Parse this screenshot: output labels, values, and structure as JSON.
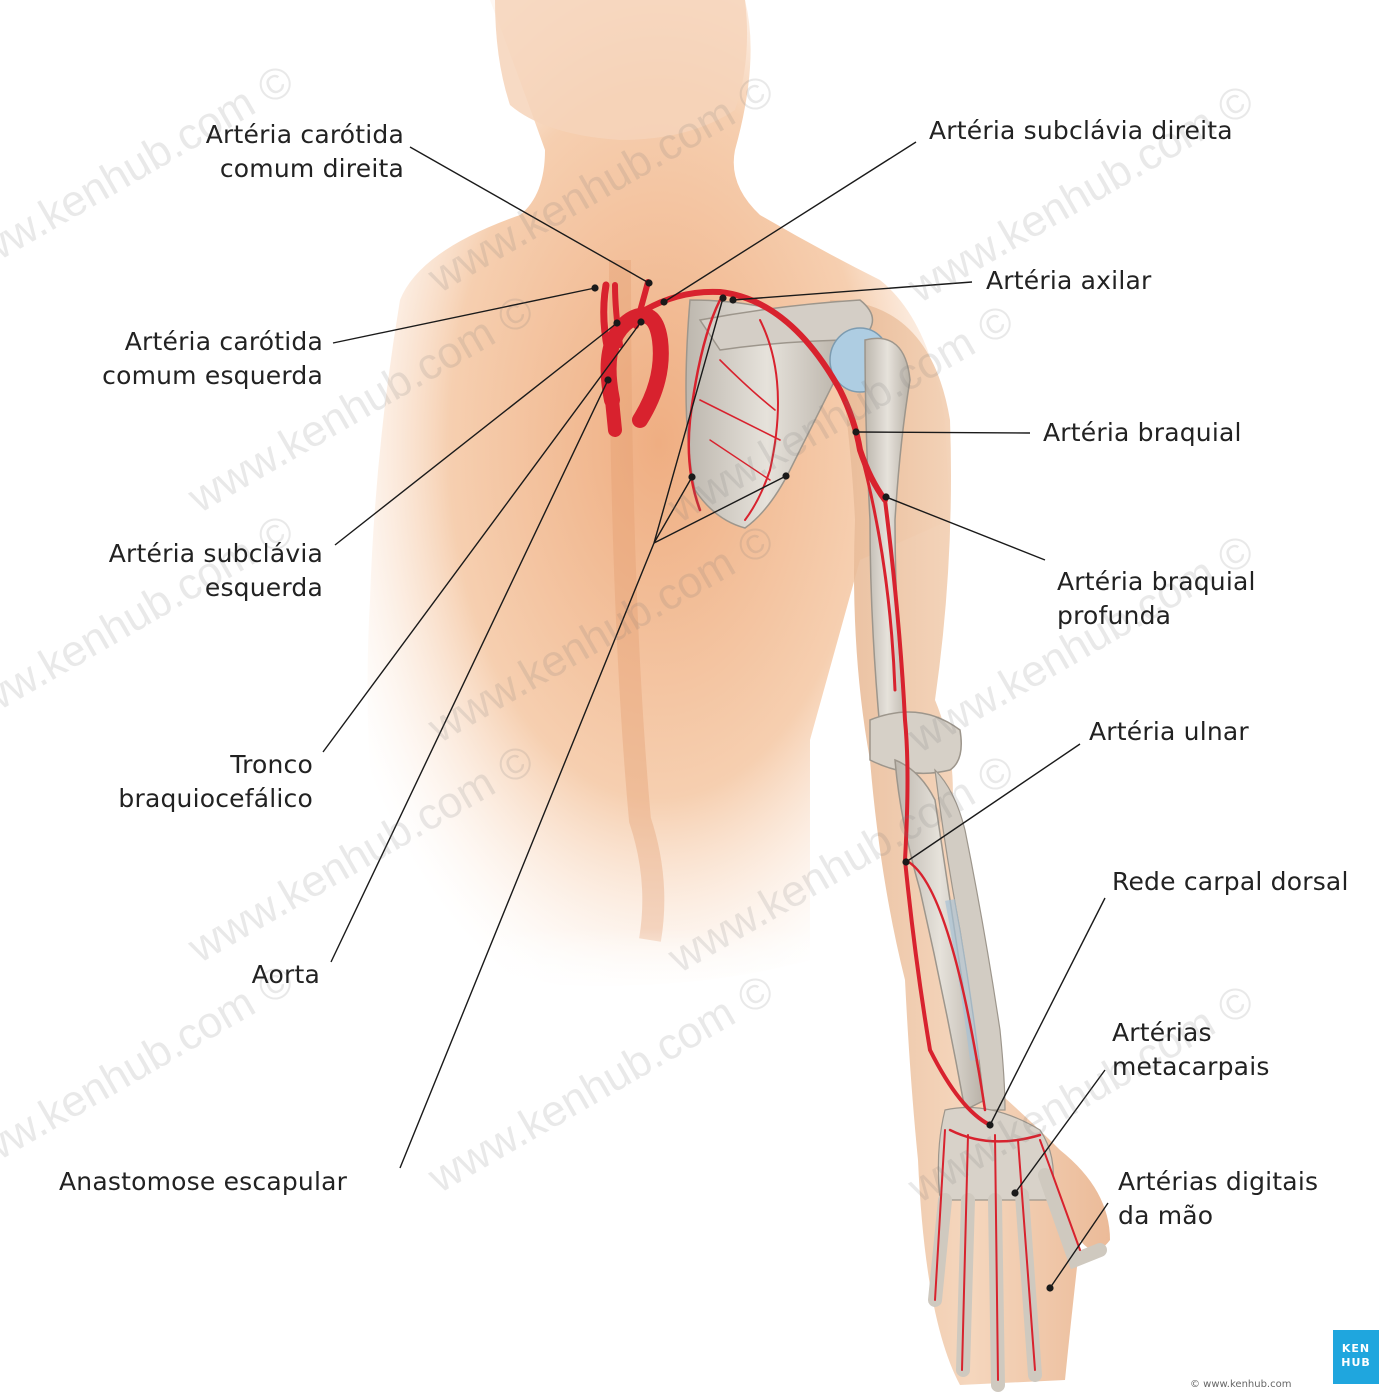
{
  "labels": {
    "right_common_carotid": [
      "Artéria carótida",
      "comum direita"
    ],
    "right_subclavian": [
      "Artéria subclávia direita"
    ],
    "axillary": [
      "Artéria axilar"
    ],
    "left_common_carotid": [
      "Artéria carótida",
      "comum esquerda"
    ],
    "brachial": [
      "Artéria braquial"
    ],
    "left_subclavian": [
      "Artéria subclávia",
      "esquerda"
    ],
    "deep_brachial": [
      "Artéria braquial",
      "profunda"
    ],
    "brachiocephalic": [
      "Tronco",
      "braquiocefálico"
    ],
    "ulnar": [
      "Artéria ulnar"
    ],
    "dorsal_carpal": [
      "Rede carpal dorsal"
    ],
    "aorta": [
      "Aorta"
    ],
    "metacarpal": [
      "Artérias",
      "metacarpais"
    ],
    "digital": [
      "Artérias digitais",
      "da mão"
    ],
    "scapular_anastomosis": [
      "Anastomose escapular"
    ]
  },
  "watermark": "www.kenhub.com ©",
  "logo": [
    "KEN",
    "HUB"
  ],
  "copyright": "© www.kenhub.com",
  "colors": {
    "skin": "#f3c4a0",
    "skin_shadow": "#e8a77c",
    "bone": "#d9d4cc",
    "artery": "#d8222e",
    "cartilage": "#a9c8dd",
    "leader": "#1a1a1a",
    "logo": "#1fa6de"
  }
}
